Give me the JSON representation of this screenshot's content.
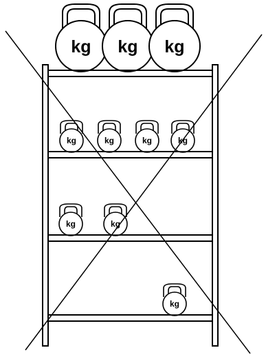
{
  "diagram": {
    "weight_label": "kg",
    "stroke_color": "#000000",
    "fill_color": "#ffffff",
    "crossed_out": true,
    "shelves": [
      {
        "name": "top",
        "kettlebells": 3,
        "size": "large"
      },
      {
        "name": "upper",
        "kettlebells": 4,
        "size": "small"
      },
      {
        "name": "middle",
        "kettlebells": 2,
        "size": "small"
      },
      {
        "name": "bottom",
        "kettlebells": 1,
        "size": "small"
      }
    ]
  }
}
